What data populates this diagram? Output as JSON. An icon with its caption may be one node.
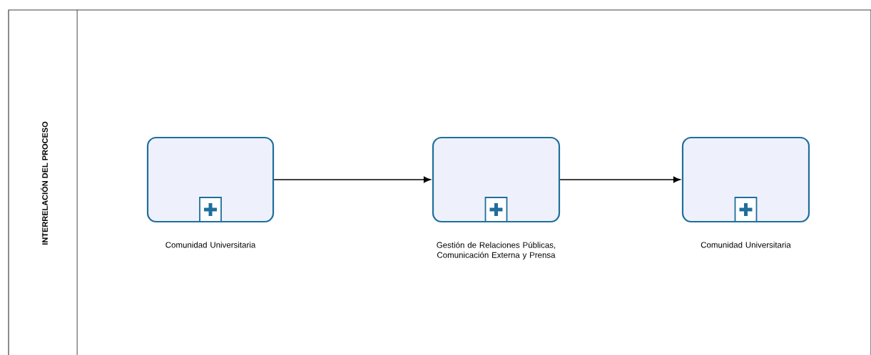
{
  "diagram": {
    "nodes": [
      {
        "text": [
          "INTERRELACIÓN DEL PROCESO"
        ]
      },
      {
        "text": [
          "Comunidad Universitaria"
        ],
        "in": 0
      },
      {
        "text": [
          "Gestión de Relaciones Públicas, Comunicación Externa y Prensa"
        ],
        "in": 0
      },
      {
        "text": [
          "Comunidad Universitaria"
        ],
        "in": 0
      }
    ],
    "edges": [
      {
        "from": 1,
        "to": 2,
        "arrow": "to"
      },
      {
        "from": 2,
        "to": 3,
        "arrow": "to"
      }
    ]
  }
}
